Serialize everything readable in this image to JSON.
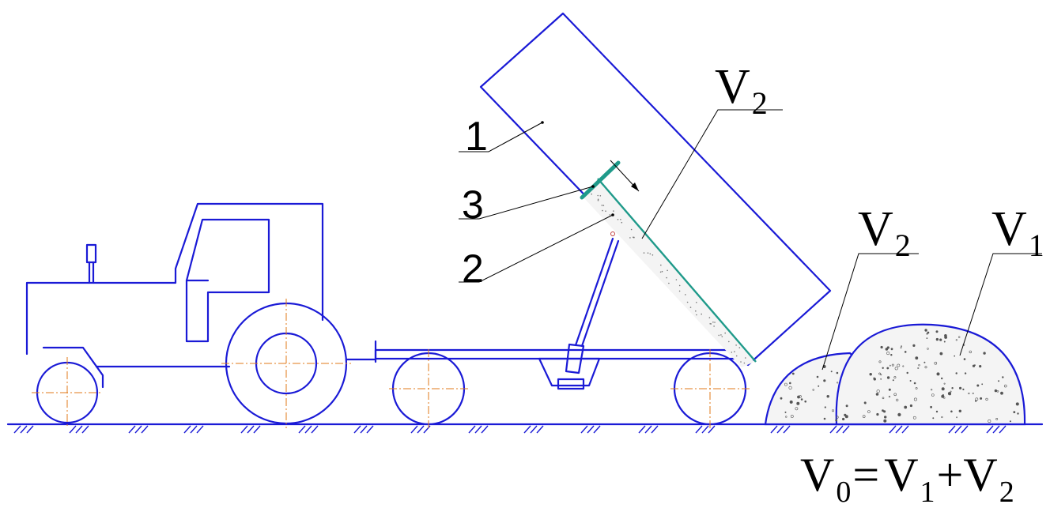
{
  "labels": {
    "part1": "1",
    "part2": "2",
    "part3": "3",
    "v2_top": {
      "base": "V",
      "sub": "2"
    },
    "v2_pile": {
      "base": "V",
      "sub": "2"
    },
    "v1_pile": {
      "base": "V",
      "sub": "1"
    }
  },
  "formula": {
    "lhs": {
      "base": "V",
      "sub": "0"
    },
    "eq": "=",
    "t1": {
      "base": "V",
      "sub": "1"
    },
    "plus": "+",
    "t2": {
      "base": "V",
      "sub": "2"
    }
  },
  "colors": {
    "outline": "#1a1ad6",
    "axis": "#e07a1a",
    "shield": "#1f9a8a",
    "leader": "#000000"
  }
}
